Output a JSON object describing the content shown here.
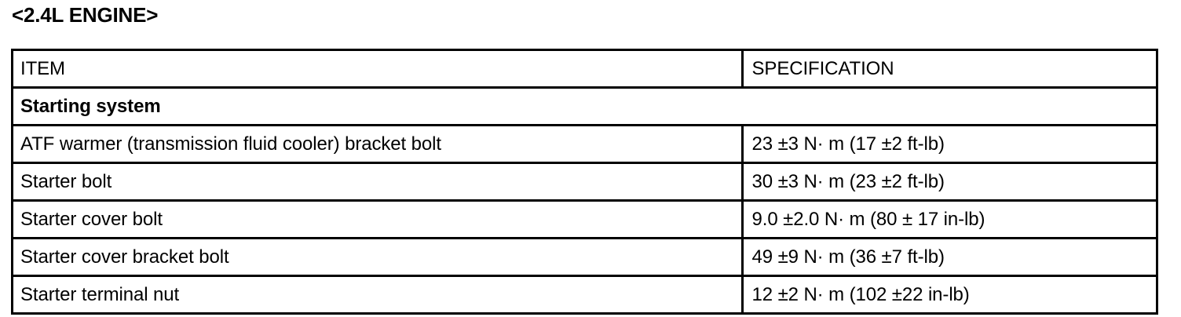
{
  "title": "<2.4L ENGINE>",
  "table": {
    "columns": [
      {
        "key": "item",
        "header": "ITEM"
      },
      {
        "key": "spec",
        "header": "SPECIFICATION"
      }
    ],
    "section": "Starting system",
    "rows": [
      {
        "item": "ATF warmer (transmission fluid cooler) bracket bolt",
        "spec": "23 ±3 N·  m (17 ±2 ft-lb)"
      },
      {
        "item": "Starter bolt",
        "spec": "30 ±3 N·  m (23 ±2 ft-lb)"
      },
      {
        "item": "Starter cover bolt",
        "spec": "9.0 ±2.0 N·  m (80 ± 17 in-lb)"
      },
      {
        "item": "Starter cover bracket bolt",
        "spec": "49 ±9 N·  m (36 ±7 ft-lb)"
      },
      {
        "item": "Starter terminal nut",
        "spec": "12 ±2 N·  m (102 ±22 in-lb)"
      }
    ]
  },
  "colors": {
    "ink": "#000000",
    "paper": "#ffffff"
  }
}
